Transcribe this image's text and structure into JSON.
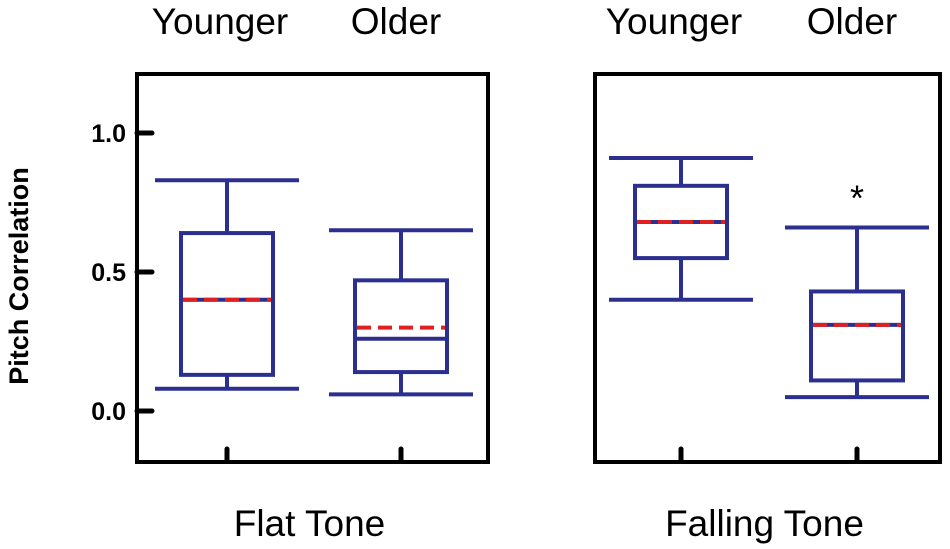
{
  "chart_data": [
    {
      "type": "box",
      "title": "Flat Tone",
      "ylabel": "Pitch Correlation",
      "ylim": [
        -0.18,
        1.22
      ],
      "yticks": [
        0.0,
        0.5,
        1.0
      ],
      "ytick_labels": [
        "0.0",
        "0.5",
        "1.0"
      ],
      "categories": [
        "Younger",
        "Older"
      ],
      "boxes": [
        {
          "category": "Younger",
          "whisker_low": 0.08,
          "q1": 0.13,
          "median": 0.4,
          "mean": 0.4,
          "q3": 0.64,
          "whisker_high": 0.83
        },
        {
          "category": "Older",
          "whisker_low": 0.06,
          "q1": 0.14,
          "median": 0.26,
          "mean": 0.3,
          "q3": 0.47,
          "whisker_high": 0.65
        }
      ],
      "annotations": []
    },
    {
      "type": "box",
      "title": "Falling Tone",
      "ylim": [
        -0.18,
        1.22
      ],
      "categories": [
        "Younger",
        "Older"
      ],
      "boxes": [
        {
          "category": "Younger",
          "whisker_low": 0.4,
          "q1": 0.55,
          "median": 0.68,
          "mean": 0.68,
          "q3": 0.81,
          "whisker_high": 0.91
        },
        {
          "category": "Older",
          "whisker_low": 0.05,
          "q1": 0.11,
          "median": 0.31,
          "mean": 0.31,
          "q3": 0.43,
          "whisker_high": 0.66
        }
      ],
      "annotations": [
        {
          "category": "Older",
          "y": 0.8,
          "text": "*"
        }
      ]
    }
  ],
  "colors": {
    "box": "#2b2f8f",
    "mean": "#e02020",
    "axis": "#000000"
  }
}
